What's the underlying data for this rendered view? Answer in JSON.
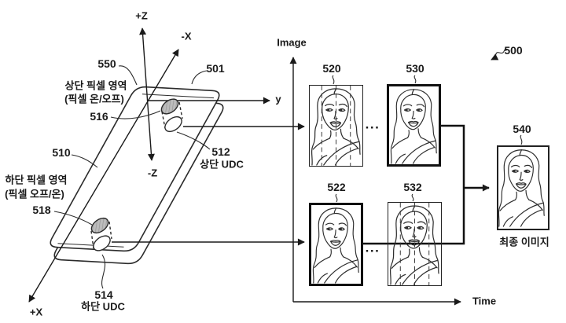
{
  "figure_ref": "500",
  "axes": {
    "plus_z": "+Z",
    "minus_x": "-X",
    "minus_z": "-Z",
    "plus_x": "+X",
    "y": "y",
    "image": "Image",
    "time": "Time"
  },
  "phone": {
    "ref_501": "501",
    "ref_510": "510",
    "ref_550": "550",
    "ref_516": "516",
    "ref_518": "518",
    "ref_512": "512",
    "ref_514": "514",
    "top_region_line1": "상단 픽셀 영역",
    "top_region_line2": "(픽셀 온/오프)",
    "bottom_region_line1": "하단 픽셀 영역",
    "bottom_region_line2": "(픽셀 오프/온)",
    "top_udc_caption": "상단 UDC",
    "bottom_udc_caption": "하단 UDC"
  },
  "sequence": {
    "ref_520": "520",
    "ref_530": "530",
    "ref_522": "522",
    "ref_532": "532",
    "ref_540": "540",
    "ellipsis_top": "...",
    "ellipsis_bottom": "...",
    "final_caption": "최종 이미지"
  }
}
